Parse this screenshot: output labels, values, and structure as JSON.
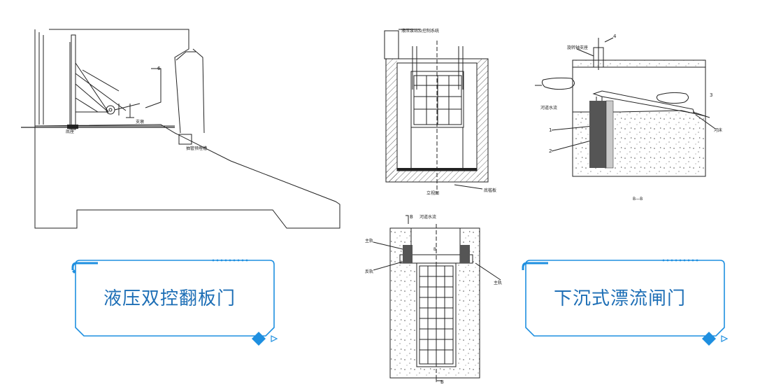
{
  "colors": {
    "accent": "#1e8fe0",
    "label_text": "#1e6fb6",
    "drawing_line": "#222222"
  },
  "left_drawing": {
    "callouts": {
      "c6": "6",
      "support": "支墩",
      "pipe": "抽管预埋槽",
      "base": "底座"
    }
  },
  "center_top_drawing": {
    "callouts": {
      "hydraulic": "液压泵站及控制系统",
      "elevation": "立视图",
      "bottom": "底槛板"
    }
  },
  "center_bottom_drawing": {
    "callouts": {
      "flow": "河道水流",
      "b_top": "B",
      "b_bottom": "B",
      "left1": "主轨",
      "left2": "反轨",
      "right1": "主轨",
      "mid": "B"
    }
  },
  "right_drawing": {
    "callouts": {
      "n4": "4",
      "n3": "3",
      "n1": "1",
      "n2": "2",
      "hinge": "旋转轴支座",
      "flow": "河道水流",
      "bed": "河床",
      "section": "B—B"
    }
  },
  "labels": {
    "left": "液压双控翻板门",
    "right": "下沉式漂流闸门"
  }
}
